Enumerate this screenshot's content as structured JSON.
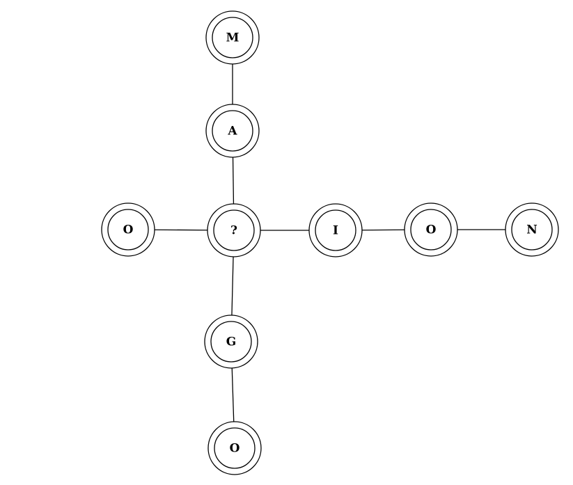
{
  "diagram": {
    "nodes": [
      {
        "id": "m",
        "label": "M"
      },
      {
        "id": "a",
        "label": "A"
      },
      {
        "id": "center",
        "label": "?"
      },
      {
        "id": "o-left",
        "label": "O"
      },
      {
        "id": "i",
        "label": "I"
      },
      {
        "id": "o-right",
        "label": "O"
      },
      {
        "id": "n",
        "label": "N"
      },
      {
        "id": "g",
        "label": "G"
      },
      {
        "id": "o-bottom",
        "label": "O"
      }
    ],
    "edges": [
      {
        "from": "m",
        "to": "a"
      },
      {
        "from": "a",
        "to": "center"
      },
      {
        "from": "o-left",
        "to": "center"
      },
      {
        "from": "center",
        "to": "i"
      },
      {
        "from": "i",
        "to": "o-right"
      },
      {
        "from": "o-right",
        "to": "n"
      },
      {
        "from": "center",
        "to": "g"
      },
      {
        "from": "g",
        "to": "o-bottom"
      }
    ]
  }
}
